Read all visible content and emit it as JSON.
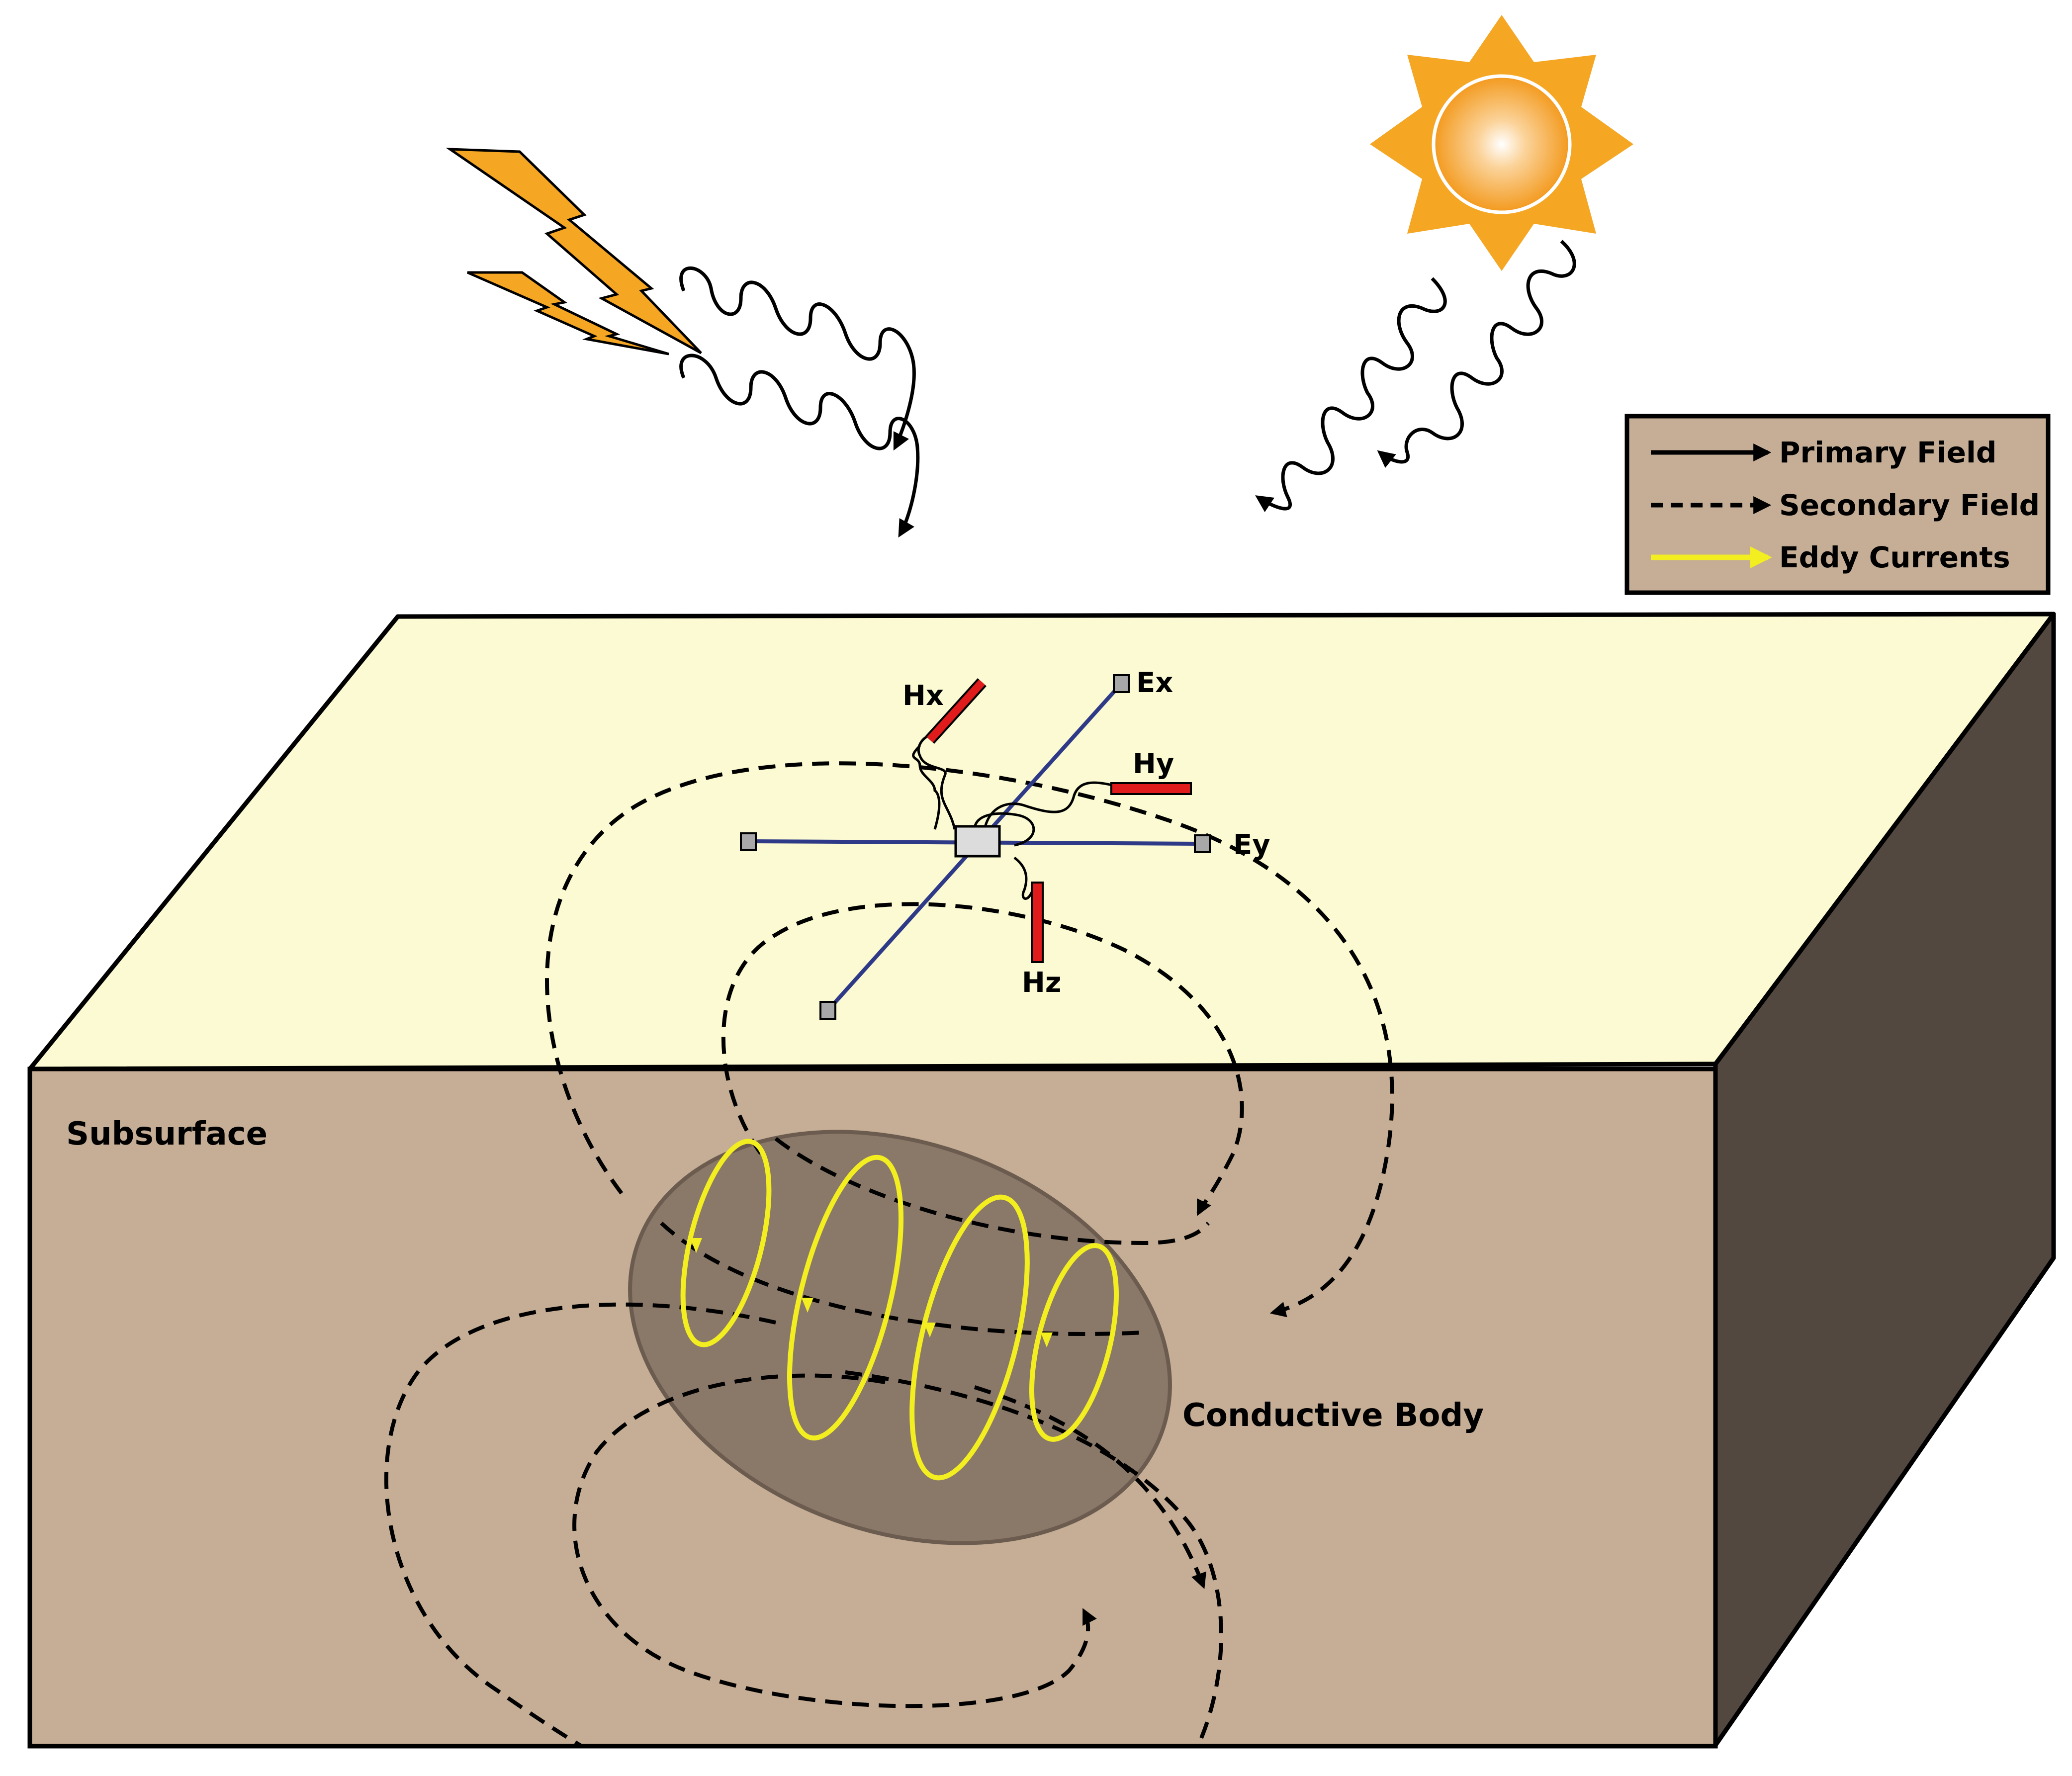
{
  "labels": {
    "subsurface": "Subsurface",
    "conductive_body": "Conductive Body",
    "ex": "Ex",
    "ey": "Ey",
    "hx": "Hx",
    "hy": "Hy",
    "hz": "Hz"
  },
  "legend": {
    "primary": "Primary Field",
    "secondary": "Secondary Field",
    "eddy": "Eddy Currents"
  },
  "colors": {
    "surface": "#fbfad2",
    "subsurface_front": "#c5ae95",
    "subsurface_side": "#534840",
    "conductive_body": "#8a7869",
    "legend_bg": "#c5ae95",
    "eddy": "#f3ee1f",
    "electrode_line": "#2e3a87",
    "magnetometer": "#e01b1b",
    "sun": "#f5a623",
    "lightning": "#f5a623"
  },
  "icons": [
    "lightning-icon",
    "sun-icon"
  ]
}
